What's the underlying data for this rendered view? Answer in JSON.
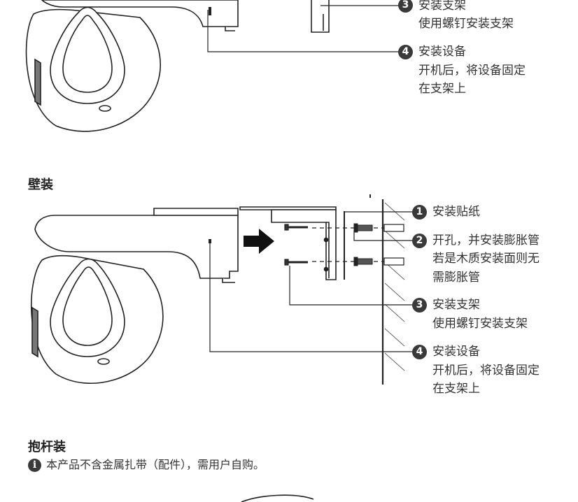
{
  "top_section": {
    "steps": [
      {
        "number": "3",
        "title": "安装支架",
        "lines": [
          "使用螺钉安装支架"
        ]
      },
      {
        "number": "4",
        "title": "安装设备",
        "lines": [
          "开机后，将设备固定",
          "在支架上"
        ]
      }
    ]
  },
  "wall_section": {
    "heading": "壁装",
    "steps": [
      {
        "number": "1",
        "title": "安装贴纸",
        "lines": []
      },
      {
        "number": "2",
        "title": "开孔，并安装膨胀管",
        "lines": [
          "若是木质安装面则无",
          "需膨胀管"
        ]
      },
      {
        "number": "3",
        "title": "安装支架",
        "lines": [
          "使用螺钉安装支架"
        ]
      },
      {
        "number": "4",
        "title": "安装设备",
        "lines": [
          "开机后，将设备固定",
          "在支架上"
        ]
      }
    ]
  },
  "pole_section": {
    "heading": "抱杆装",
    "note_icon": "info-icon",
    "note": "本产品不含金属扎带（配件），需用户自购。"
  }
}
